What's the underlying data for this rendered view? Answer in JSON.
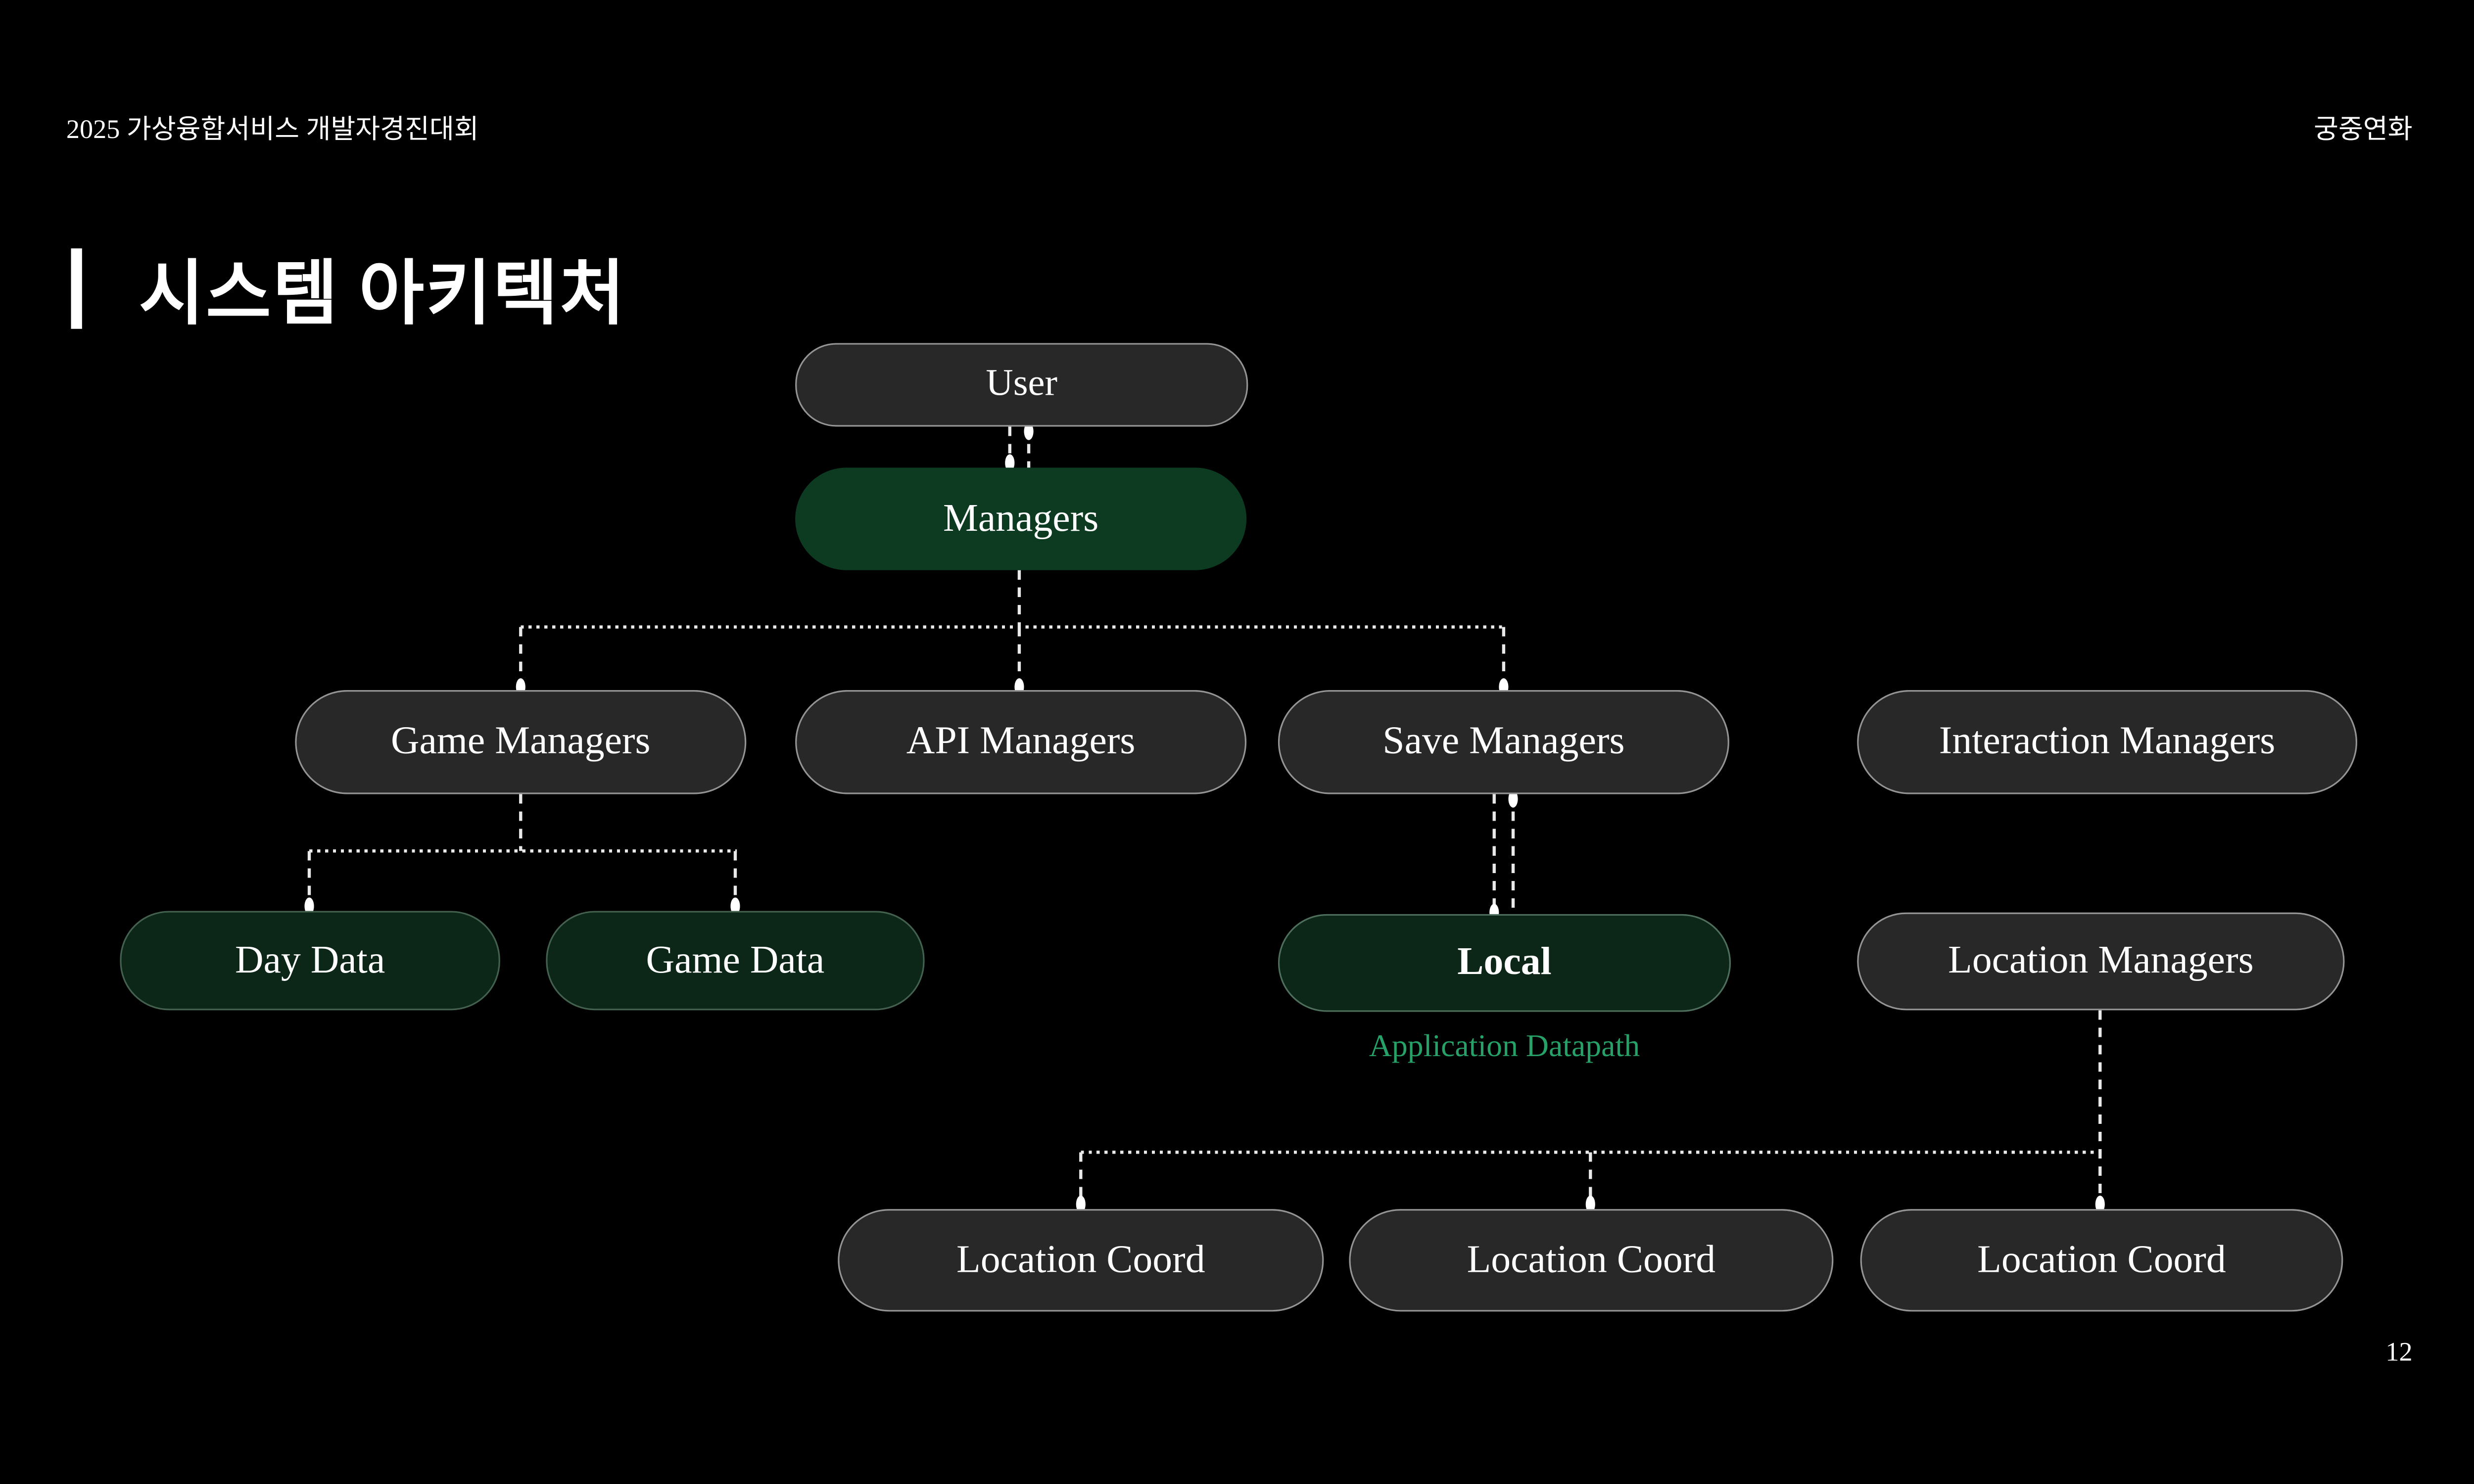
{
  "header": {
    "left": "2025 가상융합서비스 개발자경진대회",
    "right": "궁중연화"
  },
  "title": "시스템 아키텍처",
  "caption": "Application Datapath",
  "page_number": "12",
  "colors": {
    "background": "#000000",
    "pill_gray_fill": "#282828",
    "pill_gray_border": "#949494",
    "pill_green_fill": "#0d3b22",
    "pill_dark_green_fill": "#0c2617",
    "pill_dark_green_border": "#44614f",
    "caption_green": "#26a269",
    "text": "#ffffff",
    "connector": "#e9e9e9"
  },
  "diagram": {
    "nodes": {
      "user": {
        "label": "User",
        "variant": "gray"
      },
      "managers": {
        "label": "Managers",
        "variant": "green"
      },
      "game_managers": {
        "label": "Game Managers",
        "variant": "gray"
      },
      "api_managers": {
        "label": "API Managers",
        "variant": "gray"
      },
      "save_managers": {
        "label": "Save Managers",
        "variant": "gray"
      },
      "interaction_managers": {
        "label": "Interaction Managers",
        "variant": "gray"
      },
      "day_data": {
        "label": "Day Data",
        "variant": "dark_green"
      },
      "game_data": {
        "label": "Game Data",
        "variant": "dark_green"
      },
      "local": {
        "label": "Local",
        "variant": "dark_green"
      },
      "location_managers": {
        "label": "Location Managers",
        "variant": "gray"
      },
      "location_coord_1": {
        "label": "Location Coord",
        "variant": "gray"
      },
      "location_coord_2": {
        "label": "Location Coord",
        "variant": "gray"
      },
      "location_coord_3": {
        "label": "Location Coord",
        "variant": "gray"
      }
    },
    "edges": [
      {
        "from": "user",
        "to": "managers",
        "style": "double-dashed-with-endpoint-dots"
      },
      {
        "from": "managers",
        "to": "game_managers",
        "style": "dashed-branch"
      },
      {
        "from": "managers",
        "to": "api_managers",
        "style": "dashed-branch"
      },
      {
        "from": "managers",
        "to": "save_managers",
        "style": "dashed-branch"
      },
      {
        "from": "game_managers",
        "to": "day_data",
        "style": "dashed-branch"
      },
      {
        "from": "game_managers",
        "to": "game_data",
        "style": "dashed-branch"
      },
      {
        "from": "save_managers",
        "to": "local",
        "style": "double-dashed-with-endpoint-dots"
      },
      {
        "from": "location_managers",
        "to": "location_coord_1",
        "style": "dashed-branch"
      },
      {
        "from": "location_managers",
        "to": "location_coord_2",
        "style": "dashed-branch"
      },
      {
        "from": "location_managers",
        "to": "location_coord_3",
        "style": "dashed-branch"
      }
    ]
  }
}
